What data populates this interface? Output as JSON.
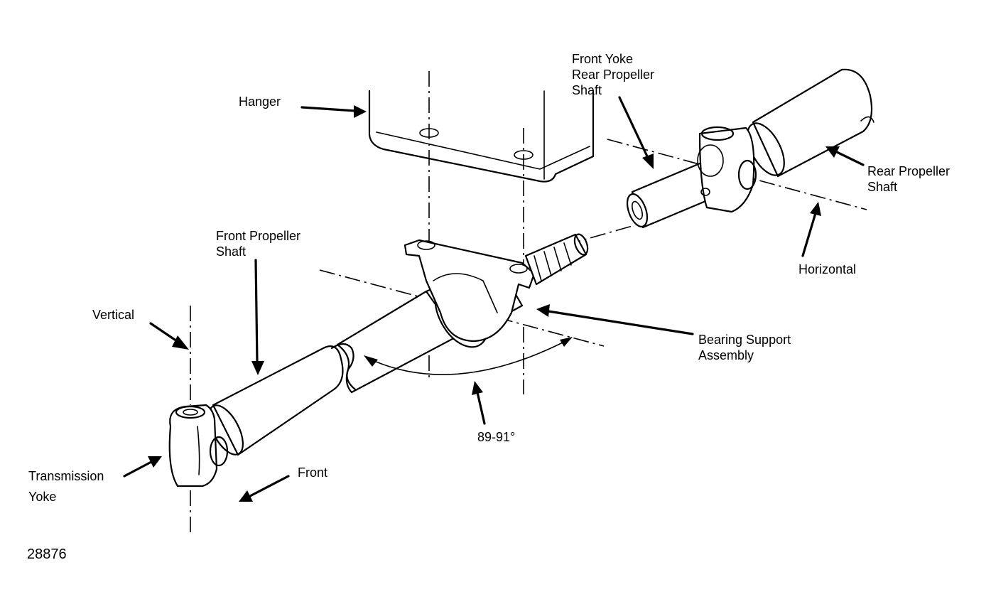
{
  "labels": {
    "hanger": "Hanger",
    "front_yoke": "Front Yoke\nRear Propeller\nShaft",
    "rear_shaft": "Rear Propeller\nShaft",
    "horizontal": "Horizontal",
    "front_shaft": "Front Propeller\nShaft",
    "vertical": "Vertical",
    "bearing": "Bearing Support\nAssembly",
    "angle": "89-91°",
    "transmission": "Transmission",
    "yoke": "Yoke",
    "front": "Front",
    "figure_number": "28876"
  },
  "colors": {
    "ink": "#000000",
    "paper": "#ffffff"
  }
}
